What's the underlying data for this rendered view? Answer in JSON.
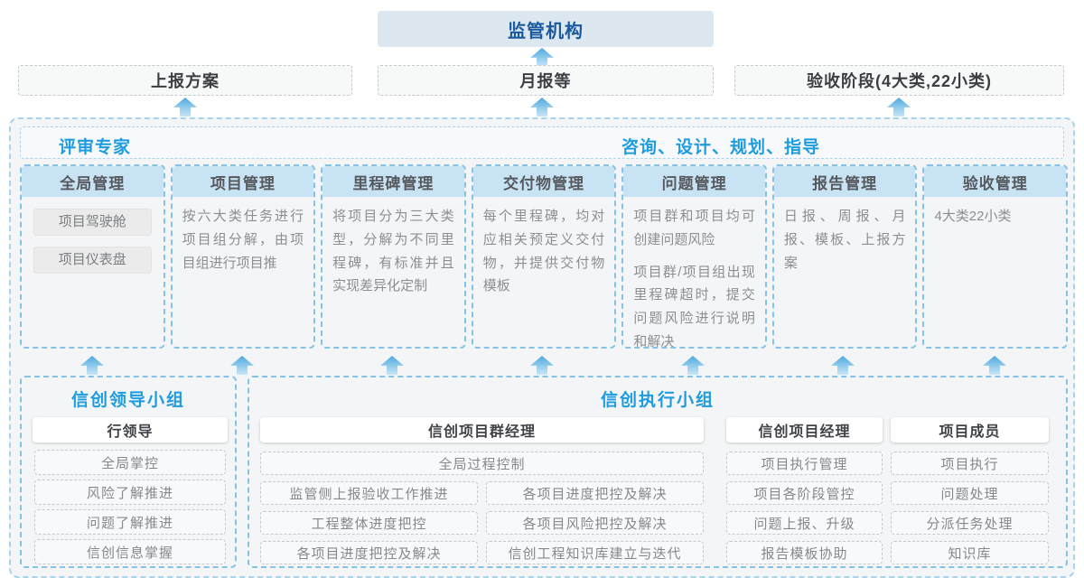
{
  "top": {
    "regulator": "监管机构",
    "report_plan": "上报方案",
    "monthly_report": "月报等",
    "acceptance_stage": "验收阶段(4大类,22小类)"
  },
  "main": {
    "experts_label": "评审专家",
    "consult_label": "咨询、设计、规划、指导",
    "columns": [
      {
        "title": "全局管理",
        "boxes": [
          "项目驾驶舱",
          "项目仪表盘"
        ]
      },
      {
        "title": "项目管理",
        "paragraphs": [
          "按六大类任务进行项目组分解，由项目组进行项目推"
        ]
      },
      {
        "title": "里程碑管理",
        "paragraphs": [
          "将项目分为三大类型，分解为不同里程碑，有标准并且实现差异化定制"
        ]
      },
      {
        "title": "交付物管理",
        "paragraphs": [
          "每个里程碑，均对应相关预定义交付物，并提供交付物模板"
        ]
      },
      {
        "title": "问题管理",
        "paragraphs": [
          "项目群和项目均可创建问题风险",
          "项目群/项目组出现里程碑超时，提交问题风险进行说明和解决"
        ]
      },
      {
        "title": "报告管理",
        "paragraphs": [
          "日报、周报、月报、模板、上报方案"
        ]
      },
      {
        "title": "验收管理",
        "paragraphs": [
          "4大类22小类"
        ]
      }
    ]
  },
  "bottom": {
    "leader_group": {
      "title": "信创领导小组",
      "role": "行领导",
      "items": [
        "全局掌控",
        "风险了解推进",
        "问题了解推进",
        "信创信息掌握"
      ]
    },
    "exec_group": {
      "title": "信创执行小组",
      "pgm_manager": {
        "role": "信创项目群经理",
        "wide_item": "全局过程控制",
        "col_a": [
          "监管侧上报验收工作推进",
          "工程整体进度把控",
          "各项目进度把控及解决"
        ],
        "col_b": [
          "各项目进度把控及解决",
          "各项目风险把控及解决",
          "信创工程知识库建立与迭代"
        ]
      },
      "pm": {
        "role": "信创项目经理",
        "items": [
          "项目执行管理",
          "项目各阶段管控",
          "问题上报、升级",
          "报告模板协助"
        ]
      },
      "member": {
        "role": "项目成员",
        "items": [
          "项目执行",
          "问题处理",
          "分派任务处理",
          "知识库"
        ]
      }
    }
  },
  "colors": {
    "accent_blue": "#1d9ce0",
    "navy_blue": "#1b5a9e",
    "regulator_bg": "#dde7f0",
    "column_header_bg": "#c8e3f4",
    "dashed_blue_border": "#85c3e6",
    "arrow_blue": "#4da7dd"
  }
}
